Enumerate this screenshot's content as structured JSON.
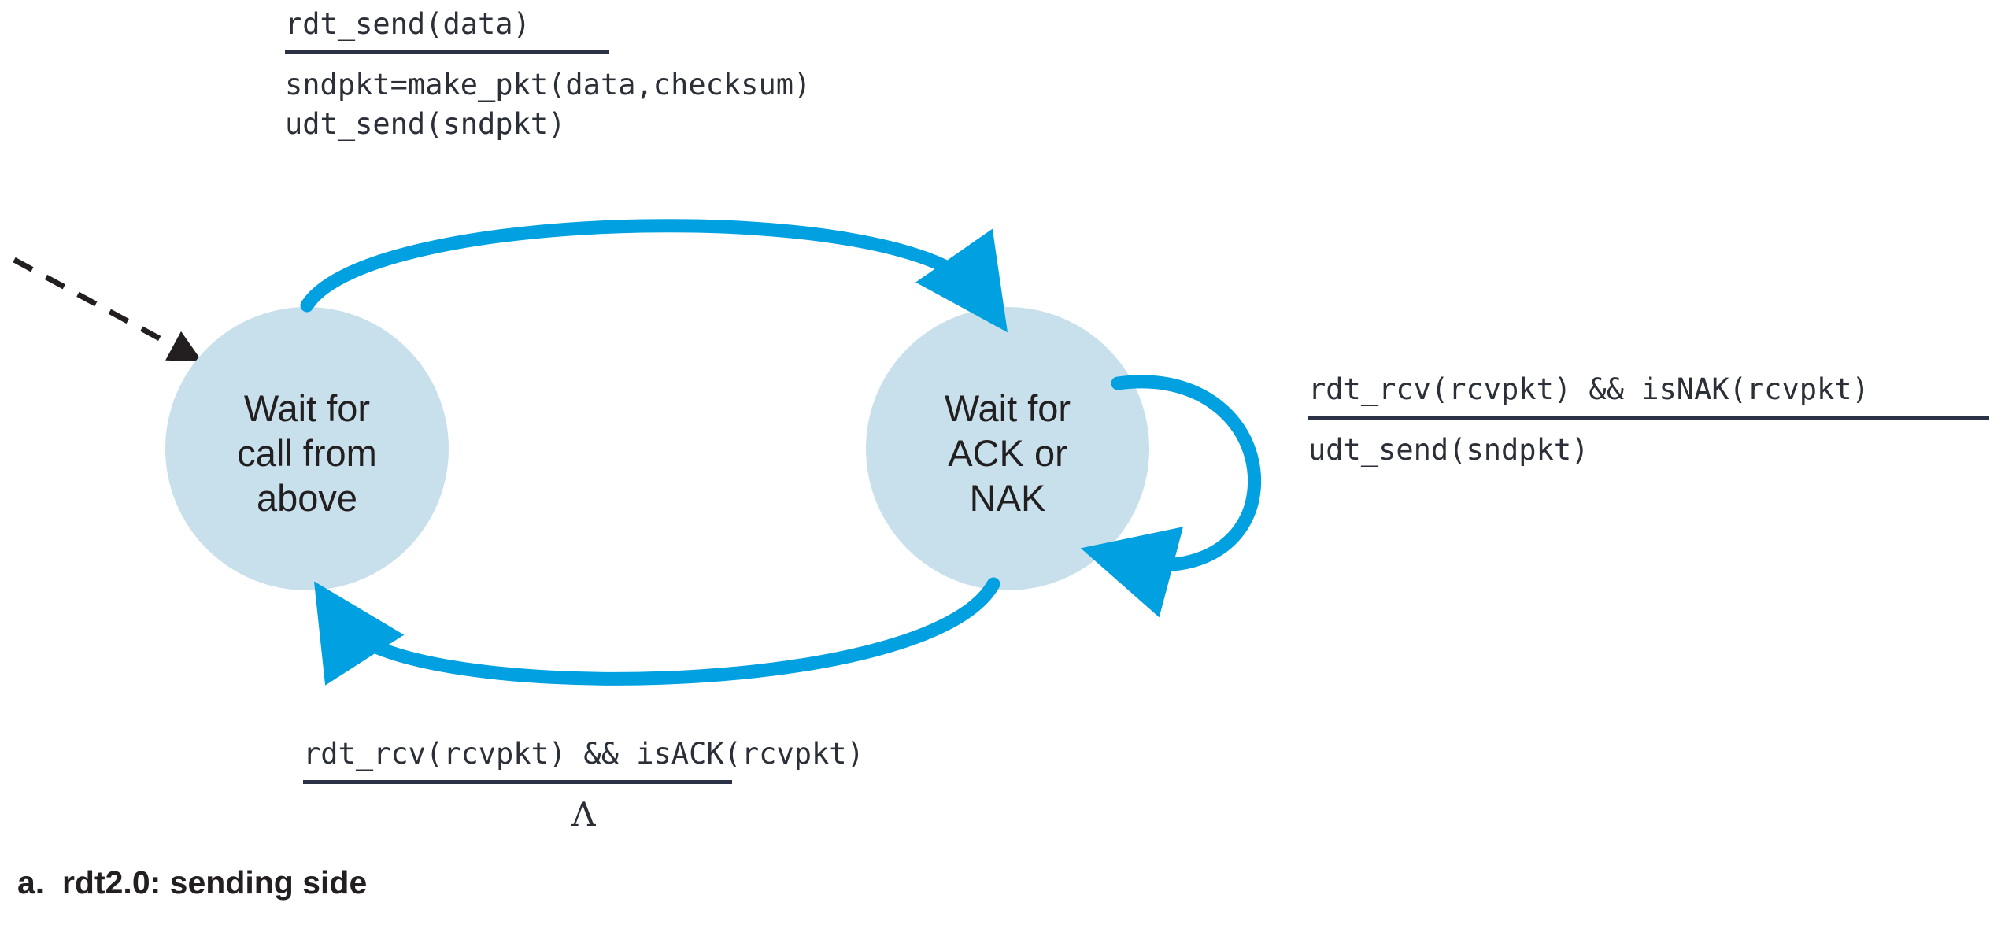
{
  "figure": {
    "caption": "a.  rdt2.0: sending side",
    "colors": {
      "state_fill": "#c7e0ec",
      "arrow_blue": "#00a0e1",
      "text_dark": "#231f20",
      "rule_dark": "#2b3245",
      "init_arrow": "#231f20",
      "background": "#ffffff"
    }
  },
  "states": [
    {
      "id": "wait-for-call-from-above",
      "lines": [
        "Wait for",
        "call from",
        "above"
      ]
    },
    {
      "id": "wait-for-ack-or-nak",
      "lines": [
        "Wait for",
        "ACK or",
        "NAK"
      ]
    }
  ],
  "transitions": {
    "top": {
      "from": "wait-for-call-from-above",
      "to": "wait-for-ack-or-nak",
      "condition": "rdt_send(data)",
      "actions": [
        "sndpkt=make_pkt(data,checksum)",
        "udt_send(sndpkt)"
      ]
    },
    "self_loop_right": {
      "from": "wait-for-ack-or-nak",
      "to": "wait-for-ack-or-nak",
      "condition": "rdt_rcv(rcvpkt) && isNAK(rcvpkt)",
      "actions": [
        "udt_send(sndpkt)"
      ]
    },
    "bottom": {
      "from": "wait-for-ack-or-nak",
      "to": "wait-for-call-from-above",
      "condition": "rdt_rcv(rcvpkt) && isACK(rcvpkt)",
      "actions": [
        "Λ"
      ]
    }
  },
  "initial_marker": {
    "style": "dashed-arrow",
    "target": "wait-for-call-from-above"
  }
}
